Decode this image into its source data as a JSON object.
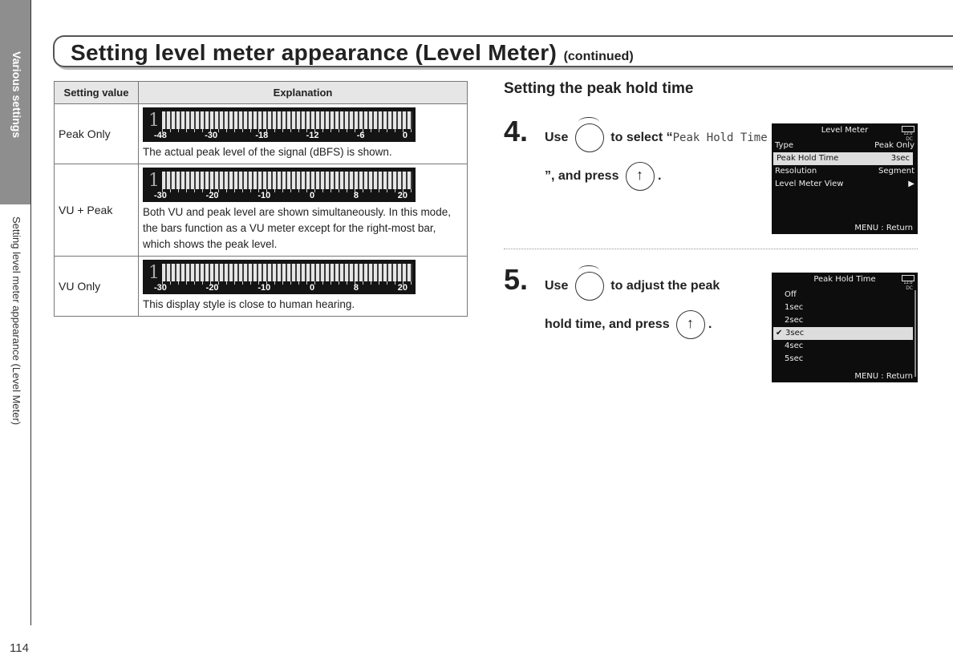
{
  "side": {
    "section": "Various settings",
    "topic": "Setting level meter appearance (Level Meter)"
  },
  "page_number": "114",
  "title": {
    "main": "Setting level meter appearance (Level Meter)",
    "suffix": "(continued)"
  },
  "table": {
    "headers": [
      "Setting value",
      "Explanation"
    ],
    "rows": [
      {
        "value": "Peak Only",
        "meter_channel": "1",
        "scale": [
          "-48",
          "-30",
          "-18",
          "-12",
          "-6",
          "0"
        ],
        "description": "The actual peak level of the signal (dBFS) is shown."
      },
      {
        "value": "VU + Peak",
        "meter_channel": "1",
        "scale": [
          "-30",
          "-20",
          "-10",
          "0",
          "8",
          "20"
        ],
        "description": "Both VU and peak level are shown simultaneously. In this mode, the bars function as a VU meter except for the right-most bar, which shows the peak level."
      },
      {
        "value": "VU Only",
        "meter_channel": "1",
        "scale": [
          "-30",
          "-20",
          "-10",
          "0",
          "8",
          "20"
        ],
        "description": "This display style is close to human hearing."
      }
    ]
  },
  "section_heading": "Setting the peak hold time",
  "steps": [
    {
      "number": "4.",
      "use": "Use",
      "select": "to select “",
      "code": "Peak Hold Time",
      "after": "”, and press",
      "end": "."
    },
    {
      "number": "5.",
      "use": "Use",
      "line1": "to adjust the peak",
      "line2": "hold time, and press",
      "end": "."
    }
  ],
  "screen1": {
    "title": "Level Meter",
    "battery": "12.0",
    "dc": "DC",
    "rows": [
      {
        "label": "Type",
        "value": "Peak Only"
      },
      {
        "label": "Peak Hold Time",
        "value": "3sec"
      },
      {
        "label": "Resolution",
        "value": "Segment"
      },
      {
        "label": "Level Meter View",
        "value": "▶"
      }
    ],
    "footer": "MENU : Return"
  },
  "screen2": {
    "title": "Peak Hold Time",
    "battery": "12.0",
    "dc": "DC",
    "options": [
      "Off",
      "1sec",
      "2sec",
      "3sec",
      "4sec",
      "5sec"
    ],
    "check": "✔",
    "footer": "MENU : Return"
  }
}
